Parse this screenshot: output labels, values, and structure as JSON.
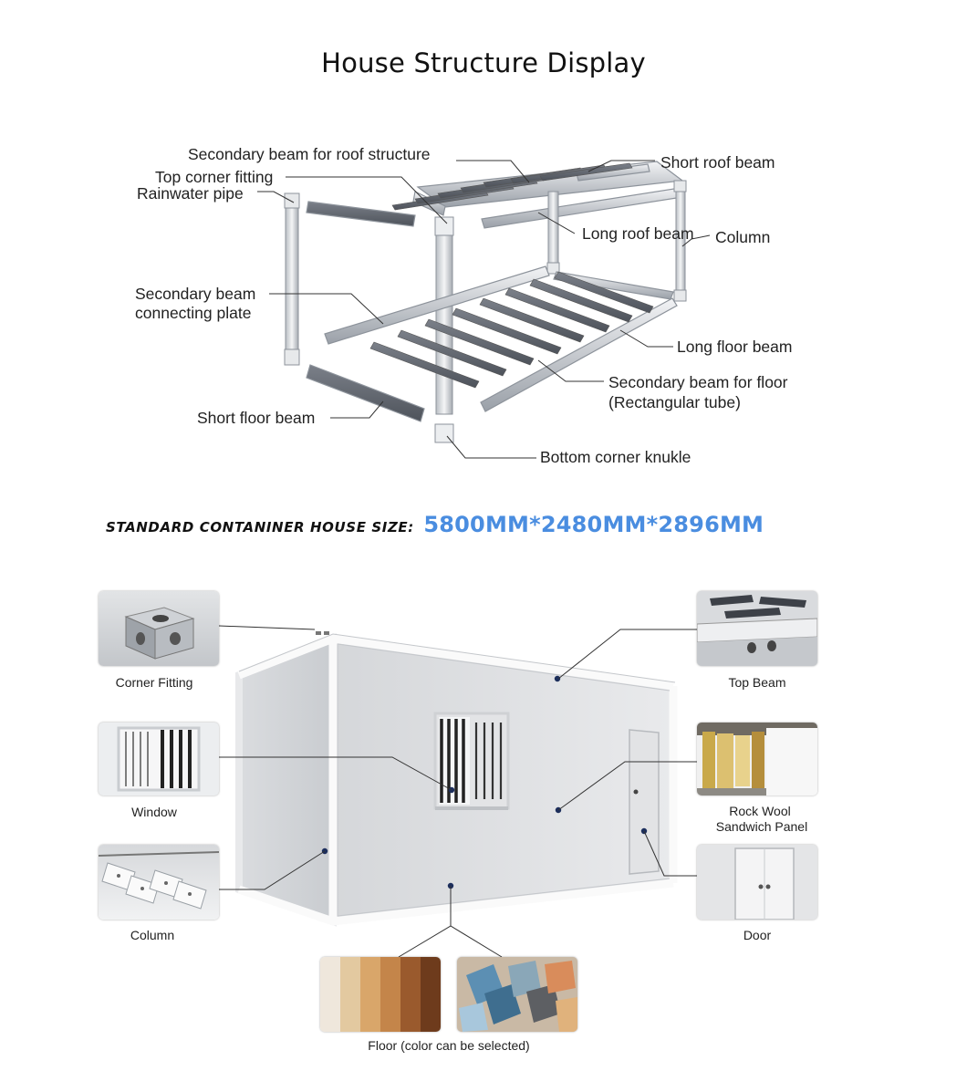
{
  "title": "House Structure Display",
  "structure_labels": {
    "secondary_roof": "Secondary beam for roof structure",
    "short_roof": "Short roof beam",
    "top_corner": "Top corner fitting",
    "rain_pipe": "Rainwater pipe",
    "long_roof": "Long roof beam",
    "column": "Column",
    "sec_plate_1": "Secondary beam",
    "sec_plate_2": "connecting plate",
    "long_floor": "Long floor beam",
    "sec_floor_1": "Secondary beam for floor",
    "sec_floor_2": "(Rectangular tube)",
    "short_floor": "Short floor beam",
    "bottom_corner": "Bottom corner knukle"
  },
  "size": {
    "label": "STANDARD CONTANINER HOUSE SIZE:",
    "value": "5800MM*2480MM*2896MM"
  },
  "components": {
    "corner_fitting": "Corner Fitting",
    "window": "Window",
    "column": "Column",
    "top_beam": "Top Beam",
    "panel_1": "Rock Wool",
    "panel_2": "Sandwich Panel",
    "door": "Door",
    "floor": "Floor (color can be selected)"
  },
  "colors": {
    "accent": "#4a8de0",
    "frame": "#cfd3d8",
    "leader": "#333333"
  }
}
